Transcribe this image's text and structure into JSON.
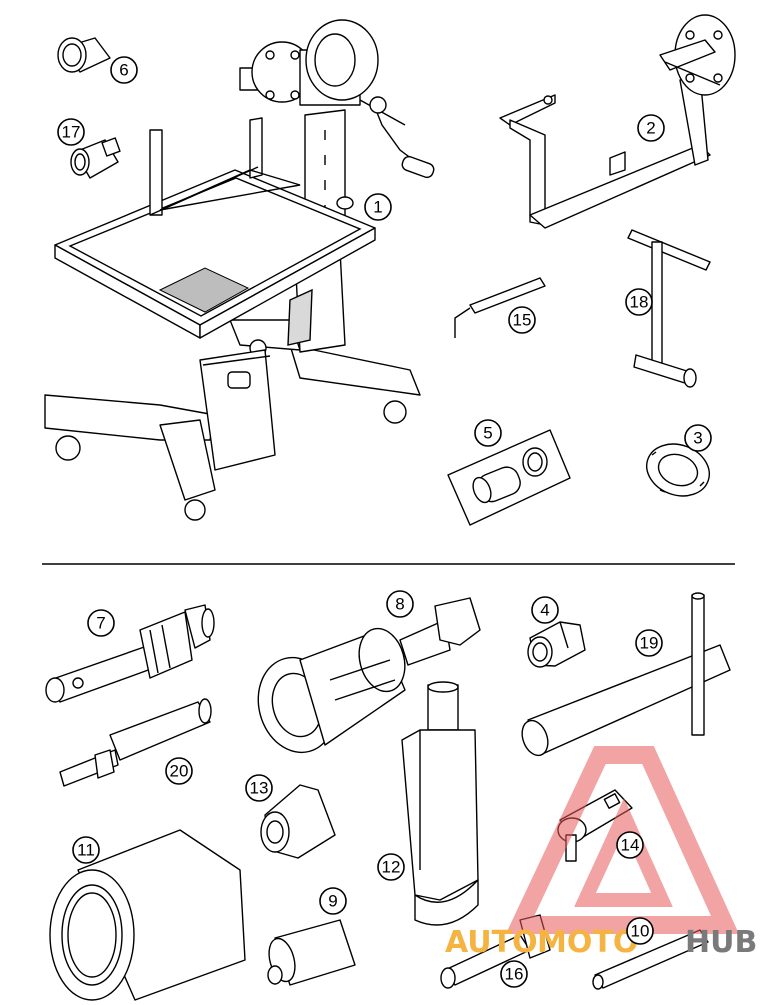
{
  "callouts": [
    {
      "id": "1",
      "label": "1"
    },
    {
      "id": "2",
      "label": "2"
    },
    {
      "id": "3",
      "label": "3"
    },
    {
      "id": "4",
      "label": "4"
    },
    {
      "id": "5",
      "label": "5"
    },
    {
      "id": "6",
      "label": "6"
    },
    {
      "id": "7",
      "label": "7"
    },
    {
      "id": "8",
      "label": "8"
    },
    {
      "id": "9",
      "label": "9"
    },
    {
      "id": "10",
      "label": "10"
    },
    {
      "id": "11",
      "label": "11"
    },
    {
      "id": "12",
      "label": "12"
    },
    {
      "id": "13",
      "label": "13"
    },
    {
      "id": "14",
      "label": "14"
    },
    {
      "id": "15",
      "label": "15"
    },
    {
      "id": "16",
      "label": "16"
    },
    {
      "id": "17",
      "label": "17"
    },
    {
      "id": "18",
      "label": "18"
    },
    {
      "id": "19",
      "label": "19"
    },
    {
      "id": "20",
      "label": "20"
    }
  ],
  "watermark": {
    "word_part1": "AUTO",
    "word_part2": "MOTO",
    "word_part3": "HUB",
    "color_orange": "#f5b342",
    "color_red": "#e85a5a",
    "color_gray": "#7a7a7a"
  }
}
